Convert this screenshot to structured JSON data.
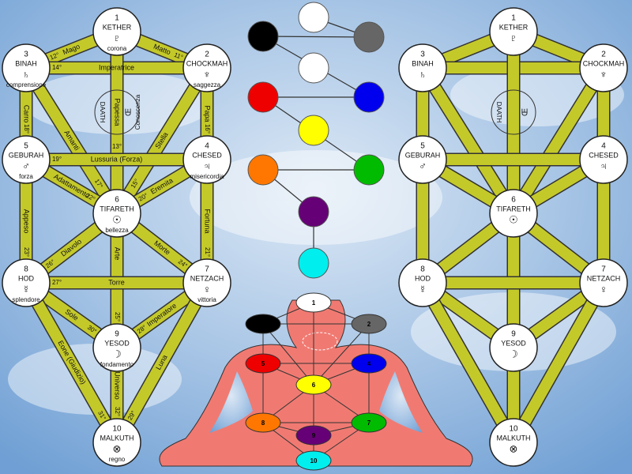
{
  "sephirot": [
    {
      "id": "1",
      "name": "KETHER",
      "symbol": "♇",
      "meaning": "corona"
    },
    {
      "id": "2",
      "name": "CHOCKMAH",
      "symbol": "♆",
      "meaning": "saggezza"
    },
    {
      "id": "3",
      "name": "BINAH",
      "symbol": "♄",
      "meaning": "comprensione"
    },
    {
      "id": "4",
      "name": "CHESED",
      "symbol": "♃",
      "meaning": "misericordia"
    },
    {
      "id": "5",
      "name": "GEBURAH",
      "symbol": "♂",
      "meaning": "forza"
    },
    {
      "id": "6",
      "name": "TIFARETH",
      "symbol": "☉",
      "meaning": "bellezza"
    },
    {
      "id": "7",
      "name": "NETZACH",
      "symbol": "♀",
      "meaning": "vittoria"
    },
    {
      "id": "8",
      "name": "HOD",
      "symbol": "☿",
      "meaning": "splendore"
    },
    {
      "id": "9",
      "name": "YESOD",
      "symbol": "☽",
      "meaning": "fondamento"
    },
    {
      "id": "10",
      "name": "MALKUTH",
      "symbol": "⊗",
      "meaning": "regno"
    }
  ],
  "daath": {
    "name": "DAATH",
    "symbol": "Œ",
    "meaning": "Conoscenza"
  },
  "paths": [
    {
      "from": "1",
      "to": "3",
      "label": "Mago",
      "degree": "12°"
    },
    {
      "from": "1",
      "to": "2",
      "label": "Matto",
      "degree": "11°"
    },
    {
      "from": "3",
      "to": "2",
      "label": "Imperatrice",
      "degree": "14°"
    },
    {
      "from": "1",
      "to": "6",
      "label": "Papessa",
      "degree": "13°"
    },
    {
      "from": "3",
      "to": "5",
      "label": "Carro",
      "degree": "18°"
    },
    {
      "from": "3",
      "to": "6",
      "label": "Amanti",
      "degree": "17°"
    },
    {
      "from": "2",
      "to": "6",
      "label": "Stella",
      "degree": "15°"
    },
    {
      "from": "2",
      "to": "4",
      "label": "Papa",
      "degree": "16°"
    },
    {
      "from": "5",
      "to": "4",
      "label": "Lussuria (Forza)",
      "degree": "19°"
    },
    {
      "from": "5",
      "to": "6",
      "label": "Adattamento",
      "degree": "22°"
    },
    {
      "from": "4",
      "to": "6",
      "label": "Eremita",
      "degree": "20°"
    },
    {
      "from": "5",
      "to": "8",
      "label": "Appeso",
      "degree": "23°"
    },
    {
      "from": "4",
      "to": "7",
      "label": "Fortuna",
      "degree": "21°"
    },
    {
      "from": "8",
      "to": "6",
      "label": "Diavolo",
      "degree": "26°"
    },
    {
      "from": "6",
      "to": "7",
      "label": "Morte",
      "degree": "24°"
    },
    {
      "from": "6",
      "to": "9",
      "label": "Arte",
      "degree": "25°"
    },
    {
      "from": "8",
      "to": "7",
      "label": "Torre",
      "degree": "27°"
    },
    {
      "from": "8",
      "to": "9",
      "label": "Sole",
      "degree": "30°"
    },
    {
      "from": "7",
      "to": "9",
      "label": "Imperatore",
      "degree": "28°"
    },
    {
      "from": "8",
      "to": "10",
      "label": "Eone (Giudizio)",
      "degree": "31°"
    },
    {
      "from": "7",
      "to": "10",
      "label": "Luna",
      "degree": "29°"
    },
    {
      "from": "9",
      "to": "10",
      "label": "Universo",
      "degree": "32°"
    }
  ],
  "color_sequence": [
    {
      "name": "white",
      "hex": "#ffffff"
    },
    {
      "name": "gray",
      "hex": "#666666"
    },
    {
      "name": "black",
      "hex": "#000000"
    },
    {
      "name": "white2",
      "hex": "#ffffff"
    },
    {
      "name": "blue",
      "hex": "#0000ee"
    },
    {
      "name": "red",
      "hex": "#ee0000"
    },
    {
      "name": "yellow",
      "hex": "#ffff00"
    },
    {
      "name": "green",
      "hex": "#00bb00"
    },
    {
      "name": "orange",
      "hex": "#ff7700"
    },
    {
      "name": "purple",
      "hex": "#660077"
    },
    {
      "name": "cyan",
      "hex": "#00eeee"
    }
  ],
  "body_centers": [
    {
      "num": "1",
      "hex": "#ffffff"
    },
    {
      "num": "2",
      "hex": "#666666"
    },
    {
      "num": "3",
      "hex": "#000000"
    },
    {
      "num": "4",
      "hex": "#0000ee"
    },
    {
      "num": "5",
      "hex": "#ee0000"
    },
    {
      "num": "6",
      "hex": "#ffff00"
    },
    {
      "num": "7",
      "hex": "#00bb00"
    },
    {
      "num": "8",
      "hex": "#ff7700"
    },
    {
      "num": "9",
      "hex": "#660077"
    },
    {
      "num": "10",
      "hex": "#00eeee"
    }
  ],
  "colors": {
    "path": "#c4c92a",
    "body": "#f07a72",
    "sky": "#8fb6df"
  }
}
